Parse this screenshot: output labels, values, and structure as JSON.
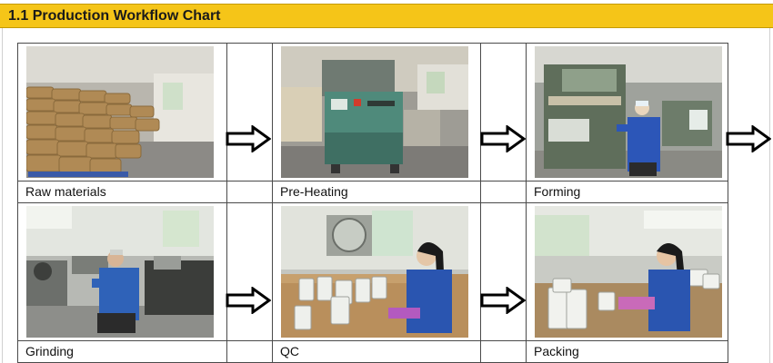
{
  "header": {
    "title": "1.1 Production Workflow Chart"
  },
  "steps": [
    {
      "label": "Raw materials"
    },
    {
      "label": "Pre-Heating"
    },
    {
      "label": "Forming"
    },
    {
      "label": "Grinding"
    },
    {
      "label": "QC"
    },
    {
      "label": "Packing"
    }
  ],
  "icons": {
    "flow_arrow": "outlined-right-arrow-icon"
  },
  "colors": {
    "header_bg": "#f5c518",
    "border": "#4a4a4a",
    "text": "#111111"
  }
}
